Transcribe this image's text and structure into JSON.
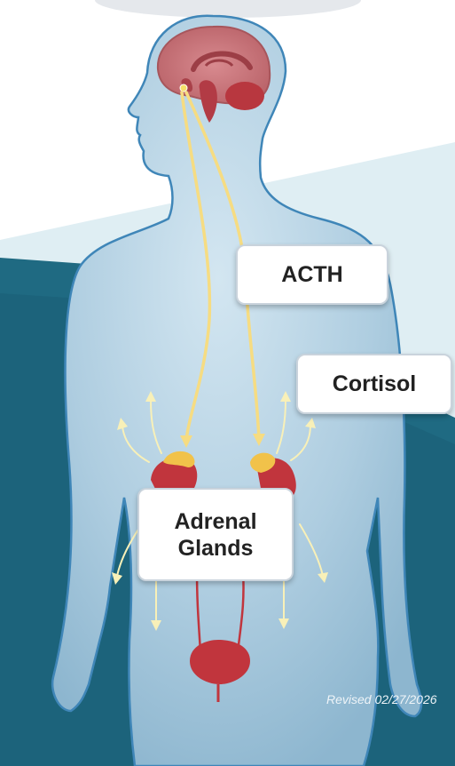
{
  "labels": {
    "acth": "ACTH",
    "cortisol": "Cortisol",
    "adrenal_line1": "Adrenal",
    "adrenal_line2": "Glands"
  },
  "footer": {
    "revised": "Revised 02/27/2026"
  },
  "colors": {
    "background_dark": "#1f6a82",
    "background_light": "#d6e6ec",
    "body_fill": "#a9c9dd",
    "body_outline": "#3f86b8",
    "organ_red": "#c1353d",
    "gland_yellow": "#f1c24a",
    "hormone_path": "#f6dc82",
    "arrow_light": "#f8f0b8"
  }
}
